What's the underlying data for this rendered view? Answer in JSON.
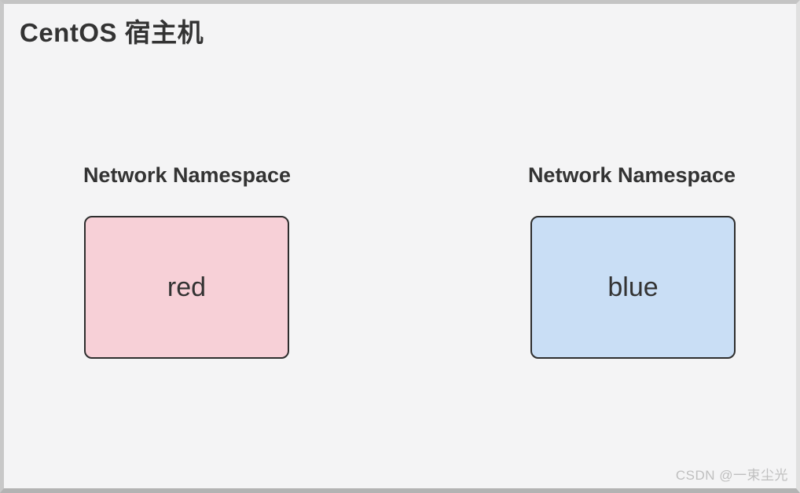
{
  "page": {
    "title": "CentOS 宿主机",
    "background_color": "#f4f4f5"
  },
  "diagram": {
    "namespaces": [
      {
        "label": "Network Namespace",
        "name": "red",
        "fill_color": "#f7d0d7",
        "border_color": "#2e2e2e"
      },
      {
        "label": "Network Namespace",
        "name": "blue",
        "fill_color": "#c9def5",
        "border_color": "#2e2e2e"
      }
    ]
  },
  "watermark": {
    "text": "CSDN @一束尘光",
    "color": "#bfbfbf"
  }
}
